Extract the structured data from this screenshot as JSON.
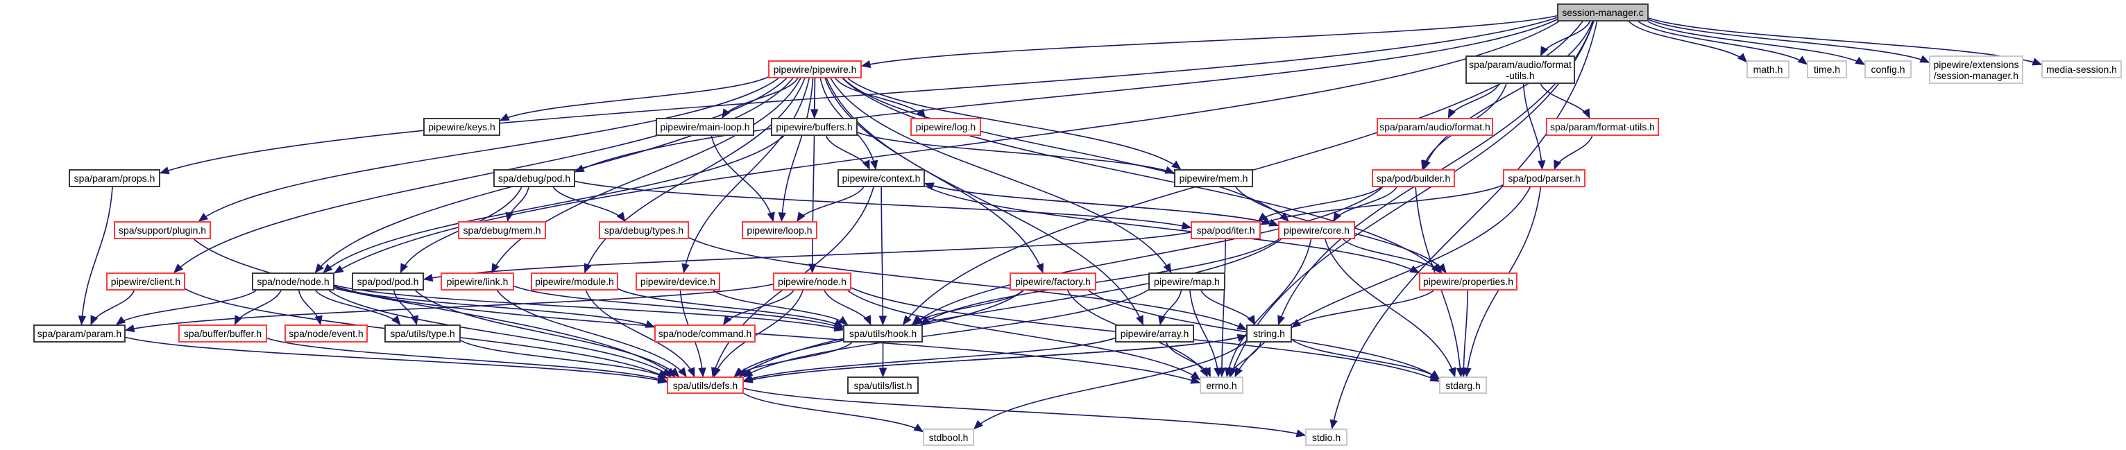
{
  "title": "session-manager.c include dependency graph",
  "colors": {
    "edge": "#191970",
    "root_fill": "#bfbfbf",
    "documented_with_children_hidden": "#ff3a3a",
    "documented": "#3a3a3a",
    "undocumented": "#c8c8c8"
  },
  "nodes": [
    {
      "id": "root",
      "label": "session-manager.c",
      "style": "root"
    },
    {
      "id": "pipewire",
      "label": "pipewire/pipewire.h",
      "style": "red"
    },
    {
      "id": "afu",
      "label": "spa/param/audio/format\n-utils.h",
      "style": "black"
    },
    {
      "id": "math",
      "label": "math.h",
      "style": "grey"
    },
    {
      "id": "time",
      "label": "time.h",
      "style": "grey"
    },
    {
      "id": "config",
      "label": "config.h",
      "style": "grey"
    },
    {
      "id": "ext",
      "label": "pipewire/extensions\n/session-manager.h",
      "style": "grey"
    },
    {
      "id": "media",
      "label": "media-session.h",
      "style": "grey"
    },
    {
      "id": "keys",
      "label": "pipewire/keys.h",
      "style": "black"
    },
    {
      "id": "mainloop",
      "label": "pipewire/main-loop.h",
      "style": "black"
    },
    {
      "id": "buffers",
      "label": "pipewire/buffers.h",
      "style": "black"
    },
    {
      "id": "log",
      "label": "pipewire/log.h",
      "style": "red"
    },
    {
      "id": "audiofmt",
      "label": "spa/param/audio/format.h",
      "style": "red"
    },
    {
      "id": "fmtutils",
      "label": "spa/param/format-utils.h",
      "style": "red"
    },
    {
      "id": "props",
      "label": "spa/param/props.h",
      "style": "black"
    },
    {
      "id": "dbgpod",
      "label": "spa/debug/pod.h",
      "style": "black"
    },
    {
      "id": "context",
      "label": "pipewire/context.h",
      "style": "black"
    },
    {
      "id": "mem",
      "label": "pipewire/mem.h",
      "style": "black"
    },
    {
      "id": "builder",
      "label": "spa/pod/builder.h",
      "style": "red"
    },
    {
      "id": "parser",
      "label": "spa/pod/parser.h",
      "style": "red"
    },
    {
      "id": "plugin",
      "label": "spa/support/plugin.h",
      "style": "red"
    },
    {
      "id": "dbgmem",
      "label": "spa/debug/mem.h",
      "style": "red"
    },
    {
      "id": "dbgtypes",
      "label": "spa/debug/types.h",
      "style": "red"
    },
    {
      "id": "loop",
      "label": "pipewire/loop.h",
      "style": "red"
    },
    {
      "id": "iter",
      "label": "spa/pod/iter.h",
      "style": "red"
    },
    {
      "id": "core",
      "label": "pipewire/core.h",
      "style": "red"
    },
    {
      "id": "client",
      "label": "pipewire/client.h",
      "style": "red"
    },
    {
      "id": "spanode",
      "label": "spa/node/node.h",
      "style": "black"
    },
    {
      "id": "podpod",
      "label": "spa/pod/pod.h",
      "style": "black"
    },
    {
      "id": "link",
      "label": "pipewire/link.h",
      "style": "red"
    },
    {
      "id": "module",
      "label": "pipewire/module.h",
      "style": "red"
    },
    {
      "id": "device",
      "label": "pipewire/device.h",
      "style": "red"
    },
    {
      "id": "pwnode",
      "label": "pipewire/node.h",
      "style": "red"
    },
    {
      "id": "factory",
      "label": "pipewire/factory.h",
      "style": "red"
    },
    {
      "id": "map",
      "label": "pipewire/map.h",
      "style": "black"
    },
    {
      "id": "properties",
      "label": "pipewire/properties.h",
      "style": "red"
    },
    {
      "id": "param",
      "label": "spa/param/param.h",
      "style": "black"
    },
    {
      "id": "buffer",
      "label": "spa/buffer/buffer.h",
      "style": "red"
    },
    {
      "id": "event",
      "label": "spa/node/event.h",
      "style": "red"
    },
    {
      "id": "type",
      "label": "spa/utils/type.h",
      "style": "black"
    },
    {
      "id": "command",
      "label": "spa/node/command.h",
      "style": "red"
    },
    {
      "id": "hook",
      "label": "spa/utils/hook.h",
      "style": "black"
    },
    {
      "id": "array",
      "label": "pipewire/array.h",
      "style": "black"
    },
    {
      "id": "string",
      "label": "string.h",
      "style": "black"
    },
    {
      "id": "defs",
      "label": "spa/utils/defs.h",
      "style": "red"
    },
    {
      "id": "list",
      "label": "spa/utils/list.h",
      "style": "black"
    },
    {
      "id": "errno",
      "label": "errno.h",
      "style": "grey"
    },
    {
      "id": "stdarg",
      "label": "stdarg.h",
      "style": "grey"
    },
    {
      "id": "stdbool",
      "label": "stdbool.h",
      "style": "grey"
    },
    {
      "id": "stdio",
      "label": "stdio.h",
      "style": "grey"
    }
  ],
  "edges": [
    [
      "root",
      "pipewire"
    ],
    [
      "root",
      "afu"
    ],
    [
      "root",
      "math"
    ],
    [
      "root",
      "time"
    ],
    [
      "root",
      "config"
    ],
    [
      "root",
      "ext"
    ],
    [
      "root",
      "media"
    ],
    [
      "root",
      "props"
    ],
    [
      "root",
      "dbgpod"
    ],
    [
      "root",
      "spanode"
    ],
    [
      "root",
      "builder"
    ],
    [
      "root",
      "errno"
    ],
    [
      "root",
      "stdio"
    ],
    [
      "root",
      "hook"
    ],
    [
      "root",
      "string"
    ],
    [
      "pipewire",
      "keys"
    ],
    [
      "pipewire",
      "mainloop"
    ],
    [
      "pipewire",
      "buffers"
    ],
    [
      "pipewire",
      "log"
    ],
    [
      "pipewire",
      "context"
    ],
    [
      "pipewire",
      "mem"
    ],
    [
      "pipewire",
      "loop"
    ],
    [
      "pipewire",
      "plugin"
    ],
    [
      "pipewire",
      "client"
    ],
    [
      "pipewire",
      "link"
    ],
    [
      "pipewire",
      "module"
    ],
    [
      "pipewire",
      "device"
    ],
    [
      "pipewire",
      "pwnode"
    ],
    [
      "pipewire",
      "factory"
    ],
    [
      "pipewire",
      "map"
    ],
    [
      "pipewire",
      "array"
    ],
    [
      "pipewire",
      "core"
    ],
    [
      "pipewire",
      "properties"
    ],
    [
      "pipewire",
      "spanode"
    ],
    [
      "afu",
      "audiofmt"
    ],
    [
      "afu",
      "fmtutils"
    ],
    [
      "afu",
      "parser"
    ],
    [
      "afu",
      "builder"
    ],
    [
      "fmtutils",
      "parser"
    ],
    [
      "mainloop",
      "loop"
    ],
    [
      "buffers",
      "context"
    ],
    [
      "buffers",
      "mem"
    ],
    [
      "buffers",
      "spanode"
    ],
    [
      "props",
      "param"
    ],
    [
      "dbgpod",
      "dbgmem"
    ],
    [
      "dbgpod",
      "dbgtypes"
    ],
    [
      "dbgpod",
      "podpod"
    ],
    [
      "dbgpod",
      "iter"
    ],
    [
      "dbgtypes",
      "string"
    ],
    [
      "context",
      "loop"
    ],
    [
      "context",
      "hook"
    ],
    [
      "context",
      "defs"
    ],
    [
      "context",
      "core"
    ],
    [
      "context",
      "properties"
    ],
    [
      "mem",
      "properties"
    ],
    [
      "builder",
      "iter"
    ],
    [
      "builder",
      "hook"
    ],
    [
      "builder",
      "stdarg"
    ],
    [
      "builder",
      "core"
    ],
    [
      "parser",
      "iter"
    ],
    [
      "parser",
      "errno"
    ],
    [
      "parser",
      "stdarg"
    ],
    [
      "iter",
      "podpod"
    ],
    [
      "iter",
      "errno"
    ],
    [
      "core",
      "context"
    ],
    [
      "core",
      "hook"
    ],
    [
      "core",
      "properties"
    ],
    [
      "core",
      "errno"
    ],
    [
      "core",
      "stdarg"
    ],
    [
      "core",
      "defs"
    ],
    [
      "plugin",
      "defs"
    ],
    [
      "client",
      "param"
    ],
    [
      "client",
      "defs"
    ],
    [
      "spanode",
      "param"
    ],
    [
      "spanode",
      "buffer"
    ],
    [
      "spanode",
      "event"
    ],
    [
      "spanode",
      "type"
    ],
    [
      "spanode",
      "command"
    ],
    [
      "spanode",
      "hook"
    ],
    [
      "spanode",
      "defs"
    ],
    [
      "spanode",
      "errno"
    ],
    [
      "podpod",
      "type"
    ],
    [
      "podpod",
      "defs"
    ],
    [
      "link",
      "hook"
    ],
    [
      "link",
      "defs"
    ],
    [
      "module",
      "hook"
    ],
    [
      "module",
      "defs"
    ],
    [
      "device",
      "hook"
    ],
    [
      "device",
      "defs"
    ],
    [
      "pwnode",
      "command"
    ],
    [
      "pwnode",
      "hook"
    ],
    [
      "pwnode",
      "defs"
    ],
    [
      "pwnode",
      "errno"
    ],
    [
      "pwnode",
      "param"
    ],
    [
      "pwnode",
      "stdarg"
    ],
    [
      "factory",
      "hook"
    ],
    [
      "factory",
      "defs"
    ],
    [
      "factory",
      "errno"
    ],
    [
      "factory",
      "stdarg"
    ],
    [
      "map",
      "array"
    ],
    [
      "map",
      "string"
    ],
    [
      "map",
      "errno"
    ],
    [
      "map",
      "defs"
    ],
    [
      "properties",
      "string"
    ],
    [
      "properties",
      "stdarg"
    ],
    [
      "param",
      "defs"
    ],
    [
      "buffer",
      "defs"
    ],
    [
      "type",
      "defs"
    ],
    [
      "hook",
      "list"
    ],
    [
      "hook",
      "defs"
    ],
    [
      "array",
      "errno"
    ],
    [
      "array",
      "defs"
    ],
    [
      "string",
      "errno"
    ],
    [
      "string",
      "stdarg"
    ],
    [
      "string",
      "defs"
    ],
    [
      "string",
      "stdbool"
    ],
    [
      "defs",
      "string"
    ],
    [
      "defs",
      "stdbool"
    ],
    [
      "defs",
      "stdio"
    ]
  ]
}
